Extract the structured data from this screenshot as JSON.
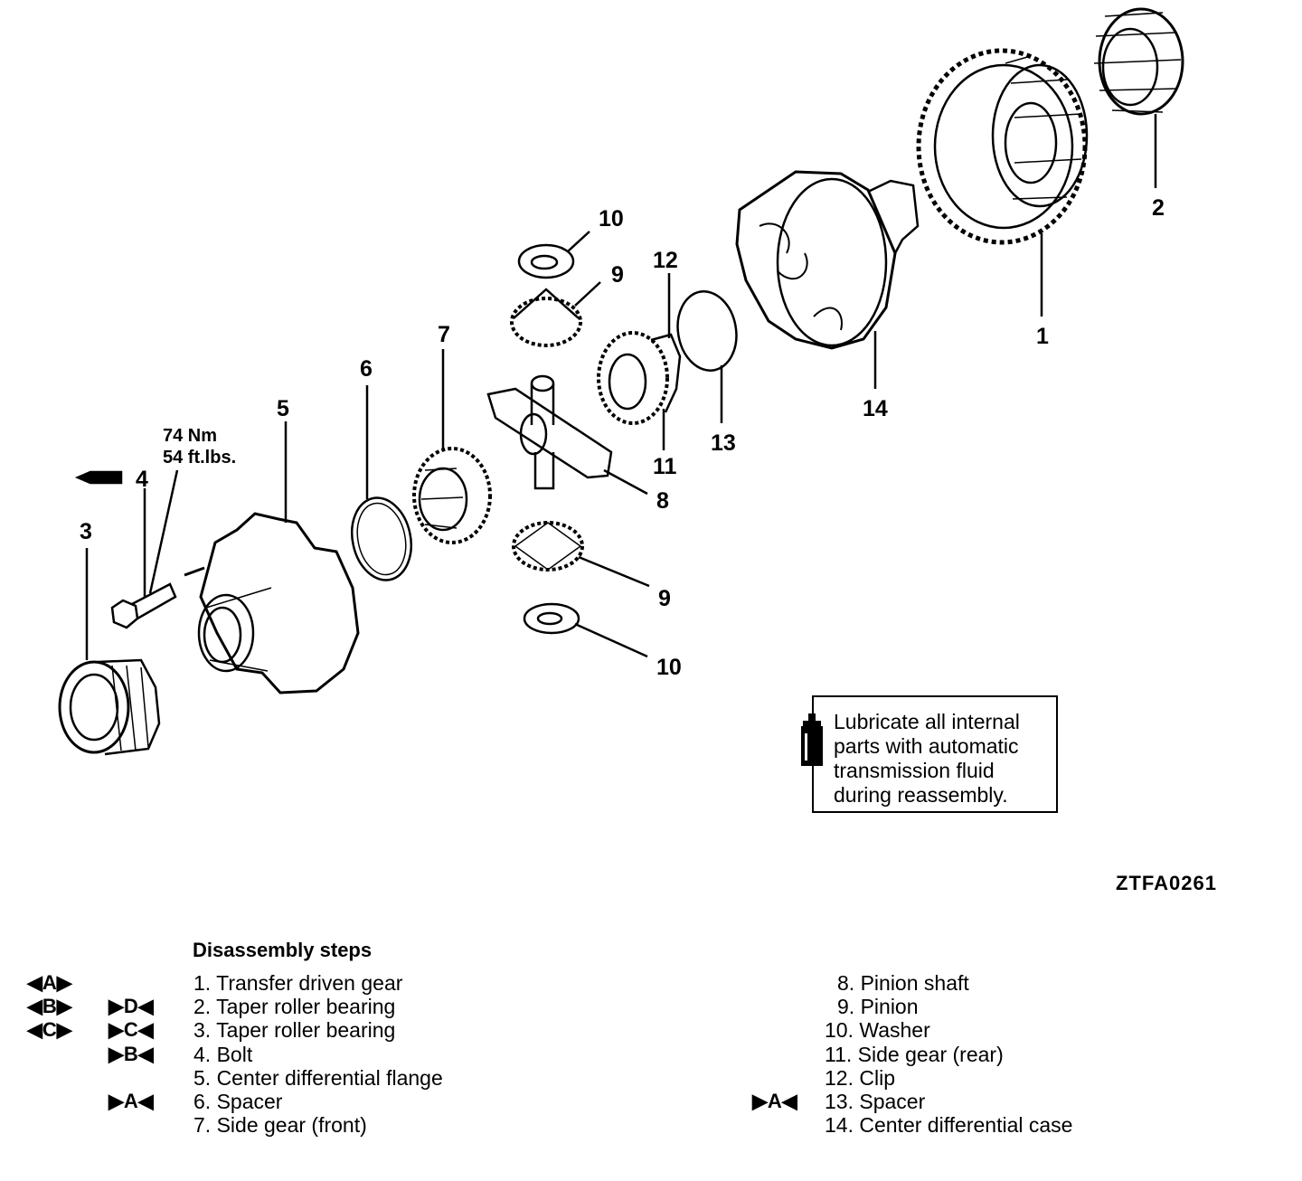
{
  "callouts": {
    "n1": "1",
    "n2": "2",
    "n3": "3",
    "n4": "4",
    "n5": "5",
    "n6": "6",
    "n7": "7",
    "n8": "8",
    "n9a": "9",
    "n9b": "9",
    "n10a": "10",
    "n10b": "10",
    "n11": "11",
    "n12": "12",
    "n13": "13",
    "n14": "14"
  },
  "torque": {
    "line1": "74 Nm",
    "line2": "54 ft.lbs."
  },
  "note": {
    "text": "Lubricate all internal\nparts with automatic\ntransmission fluid\nduring reassembly.",
    "icon": "oil-can-icon"
  },
  "figure_code": "ZTFA0261",
  "steps_title": "Disassembly steps",
  "steps_left": [
    {
      "num": "1.",
      "label": "Transfer driven gear",
      "dis_mark": "◀A▶",
      "re_mark": ""
    },
    {
      "num": "2.",
      "label": "Taper roller bearing",
      "dis_mark": "◀B▶",
      "re_mark": "▶D◀"
    },
    {
      "num": "3.",
      "label": "Taper roller bearing",
      "dis_mark": "◀C▶",
      "re_mark": "▶C◀"
    },
    {
      "num": "4.",
      "label": "Bolt",
      "dis_mark": "",
      "re_mark": "▶B◀"
    },
    {
      "num": "5.",
      "label": "Center differential flange",
      "dis_mark": "",
      "re_mark": ""
    },
    {
      "num": "6.",
      "label": "Spacer",
      "dis_mark": "",
      "re_mark": "▶A◀"
    },
    {
      "num": "7.",
      "label": "Side gear (front)",
      "dis_mark": "",
      "re_mark": ""
    }
  ],
  "steps_right": [
    {
      "num": "8.",
      "label": "Pinion shaft",
      "re_mark": ""
    },
    {
      "num": "9.",
      "label": "Pinion",
      "re_mark": ""
    },
    {
      "num": "10.",
      "label": "Washer",
      "re_mark": ""
    },
    {
      "num": "11.",
      "label": "Side gear (rear)",
      "re_mark": ""
    },
    {
      "num": "12.",
      "label": "Clip",
      "re_mark": ""
    },
    {
      "num": "13.",
      "label": "Spacer",
      "re_mark": "▶A◀"
    },
    {
      "num": "14.",
      "label": "Center differential case",
      "re_mark": ""
    }
  ]
}
